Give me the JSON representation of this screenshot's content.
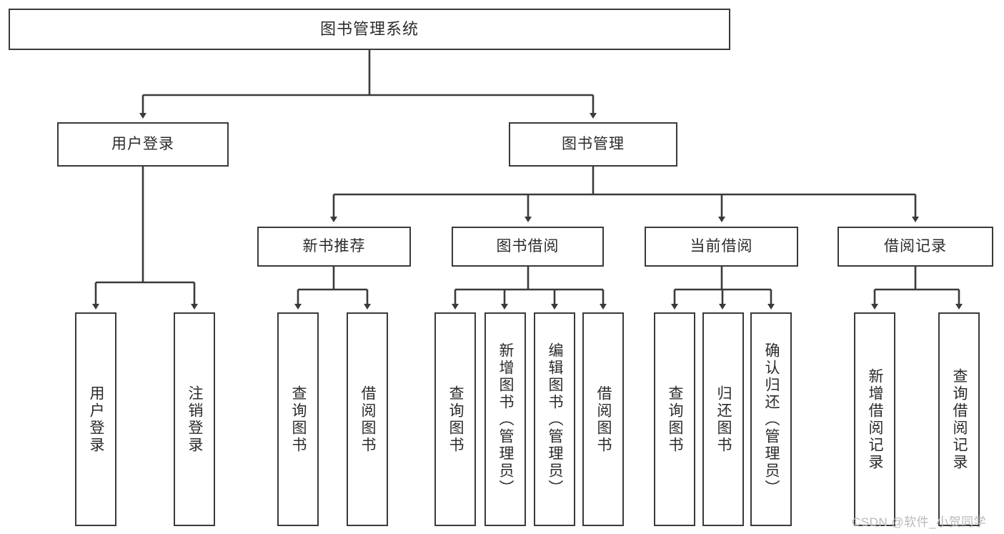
{
  "diagram": {
    "type": "tree",
    "title": "图书管理系统",
    "root": {
      "label": "图书管理系统"
    },
    "level2": [
      {
        "label": "用户登录"
      },
      {
        "label": "图书管理"
      }
    ],
    "level3": [
      {
        "label": "新书推荐"
      },
      {
        "label": "图书借阅"
      },
      {
        "label": "当前借阅"
      },
      {
        "label": "借阅记录"
      }
    ],
    "leaves": {
      "user_login": [
        {
          "label": "用户登录"
        },
        {
          "label": "注销登录"
        }
      ],
      "new_book_recommend": [
        {
          "label": "查询图书"
        },
        {
          "label": "借阅图书"
        }
      ],
      "book_borrow": [
        {
          "label": "查询图书"
        },
        {
          "label": "新增图书（管理员）"
        },
        {
          "label": "编辑图书（管理员）"
        },
        {
          "label": "借阅图书"
        }
      ],
      "current_borrow": [
        {
          "label": "查询图书"
        },
        {
          "label": "归还图书"
        },
        {
          "label": "确认归还（管理员）"
        }
      ],
      "borrow_record": [
        {
          "label": "新增借阅记录"
        },
        {
          "label": "查询借阅记录"
        }
      ]
    }
  },
  "watermark": {
    "text": "CSDN @软件_小贺同学"
  },
  "colors": {
    "stroke": "#3a3a3a",
    "fill": "#ffffff",
    "text": "#2b2b2b",
    "watermark": "#b9b9b9"
  }
}
